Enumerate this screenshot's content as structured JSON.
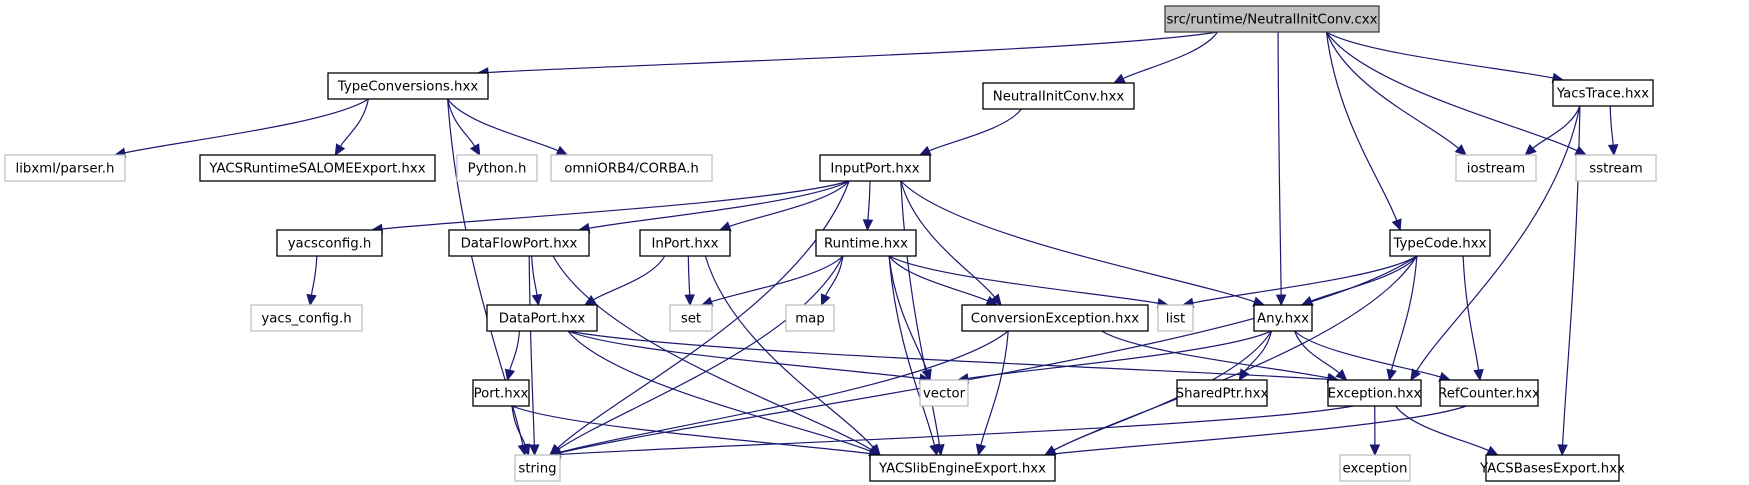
{
  "title": "Include dependency graph for src/runtime/NeutralInitConv.cxx",
  "colors": {
    "edge": "#191970",
    "root_fill": "#bfbfbf",
    "root_stroke": "#404040",
    "documented_stroke": "#000000",
    "external_stroke": "#bfbfbf"
  },
  "nodes": [
    {
      "id": "root",
      "label": "src/runtime/NeutralInitConv.cxx",
      "kind": "root"
    },
    {
      "id": "TypeConversions",
      "label": "TypeConversions.hxx",
      "kind": "doc"
    },
    {
      "id": "NeutralInitConvH",
      "label": "NeutralInitConv.hxx",
      "kind": "doc"
    },
    {
      "id": "YacsTrace",
      "label": "YacsTrace.hxx",
      "kind": "doc"
    },
    {
      "id": "libxml",
      "label": "libxml/parser.h",
      "kind": "ext"
    },
    {
      "id": "YACSRuntimeSALOMEExport",
      "label": "YACSRuntimeSALOMEExport.hxx",
      "kind": "doc"
    },
    {
      "id": "Python",
      "label": "Python.h",
      "kind": "ext"
    },
    {
      "id": "omniORB",
      "label": "omniORB4/CORBA.h",
      "kind": "ext"
    },
    {
      "id": "InputPort",
      "label": "InputPort.hxx",
      "kind": "doc"
    },
    {
      "id": "iostream",
      "label": "iostream",
      "kind": "ext"
    },
    {
      "id": "sstream",
      "label": "sstream",
      "kind": "ext"
    },
    {
      "id": "yacsconfig",
      "label": "yacsconfig.h",
      "kind": "doc"
    },
    {
      "id": "DataFlowPort",
      "label": "DataFlowPort.hxx",
      "kind": "doc"
    },
    {
      "id": "InPort",
      "label": "InPort.hxx",
      "kind": "doc"
    },
    {
      "id": "Runtime",
      "label": "Runtime.hxx",
      "kind": "doc"
    },
    {
      "id": "TypeCode",
      "label": "TypeCode.hxx",
      "kind": "doc"
    },
    {
      "id": "yacs_config",
      "label": "yacs_config.h",
      "kind": "ext"
    },
    {
      "id": "DataPort",
      "label": "DataPort.hxx",
      "kind": "doc"
    },
    {
      "id": "set",
      "label": "set",
      "kind": "ext"
    },
    {
      "id": "map",
      "label": "map",
      "kind": "ext"
    },
    {
      "id": "ConversionException",
      "label": "ConversionException.hxx",
      "kind": "doc"
    },
    {
      "id": "list",
      "label": "list",
      "kind": "ext"
    },
    {
      "id": "Any",
      "label": "Any.hxx",
      "kind": "doc"
    },
    {
      "id": "Port",
      "label": "Port.hxx",
      "kind": "doc"
    },
    {
      "id": "vector",
      "label": "vector",
      "kind": "ext"
    },
    {
      "id": "SharedPtr",
      "label": "SharedPtr.hxx",
      "kind": "doc"
    },
    {
      "id": "Exception",
      "label": "Exception.hxx",
      "kind": "doc"
    },
    {
      "id": "RefCounter",
      "label": "RefCounter.hxx",
      "kind": "doc"
    },
    {
      "id": "string",
      "label": "string",
      "kind": "ext"
    },
    {
      "id": "YACSlibEngineExport",
      "label": "YACSlibEngineExport.hxx",
      "kind": "doc"
    },
    {
      "id": "exception",
      "label": "exception",
      "kind": "ext"
    },
    {
      "id": "YACSBasesExport",
      "label": "YACSBasesExport.hxx",
      "kind": "doc"
    }
  ],
  "edges": [
    [
      "root",
      "TypeConversions"
    ],
    [
      "root",
      "NeutralInitConvH"
    ],
    [
      "root",
      "Any"
    ],
    [
      "root",
      "TypeCode"
    ],
    [
      "root",
      "iostream"
    ],
    [
      "root",
      "sstream"
    ],
    [
      "root",
      "YacsTrace"
    ],
    [
      "TypeConversions",
      "libxml"
    ],
    [
      "TypeConversions",
      "YACSRuntimeSALOMEExport"
    ],
    [
      "TypeConversions",
      "Python"
    ],
    [
      "TypeConversions",
      "omniORB"
    ],
    [
      "TypeConversions",
      "string"
    ],
    [
      "NeutralInitConvH",
      "InputPort"
    ],
    [
      "YacsTrace",
      "iostream"
    ],
    [
      "YacsTrace",
      "sstream"
    ],
    [
      "YacsTrace",
      "Exception"
    ],
    [
      "YacsTrace",
      "YACSBasesExport"
    ],
    [
      "InputPort",
      "yacsconfig"
    ],
    [
      "InputPort",
      "DataFlowPort"
    ],
    [
      "InputPort",
      "InPort"
    ],
    [
      "InputPort",
      "Runtime"
    ],
    [
      "InputPort",
      "ConversionException"
    ],
    [
      "InputPort",
      "Any"
    ],
    [
      "InputPort",
      "YACSlibEngineExport"
    ],
    [
      "InputPort",
      "string"
    ],
    [
      "yacsconfig",
      "yacs_config"
    ],
    [
      "DataFlowPort",
      "DataPort"
    ],
    [
      "DataFlowPort",
      "string"
    ],
    [
      "DataFlowPort",
      "YACSlibEngineExport"
    ],
    [
      "InPort",
      "DataPort"
    ],
    [
      "InPort",
      "set"
    ],
    [
      "InPort",
      "YACSlibEngineExport"
    ],
    [
      "Runtime",
      "set"
    ],
    [
      "Runtime",
      "map"
    ],
    [
      "Runtime",
      "ConversionException"
    ],
    [
      "Runtime",
      "list"
    ],
    [
      "Runtime",
      "vector"
    ],
    [
      "Runtime",
      "string"
    ],
    [
      "Runtime",
      "YACSlibEngineExport"
    ],
    [
      "TypeCode",
      "list"
    ],
    [
      "TypeCode",
      "Any"
    ],
    [
      "TypeCode",
      "Exception"
    ],
    [
      "TypeCode",
      "RefCounter"
    ],
    [
      "TypeCode",
      "string"
    ],
    [
      "TypeCode",
      "YACSlibEngineExport"
    ],
    [
      "DataPort",
      "Port"
    ],
    [
      "DataPort",
      "vector"
    ],
    [
      "DataPort",
      "Exception"
    ],
    [
      "DataPort",
      "YACSlibEngineExport"
    ],
    [
      "ConversionException",
      "Exception"
    ],
    [
      "ConversionException",
      "string"
    ],
    [
      "ConversionException",
      "YACSlibEngineExport"
    ],
    [
      "Any",
      "vector"
    ],
    [
      "Any",
      "SharedPtr"
    ],
    [
      "Any",
      "Exception"
    ],
    [
      "Any",
      "RefCounter"
    ],
    [
      "Any",
      "YACSlibEngineExport"
    ],
    [
      "Port",
      "string"
    ],
    [
      "Port",
      "YACSlibEngineExport"
    ],
    [
      "Exception",
      "string"
    ],
    [
      "Exception",
      "exception"
    ],
    [
      "Exception",
      "YACSBasesExport"
    ],
    [
      "RefCounter",
      "YACSlibEngineExport"
    ]
  ]
}
